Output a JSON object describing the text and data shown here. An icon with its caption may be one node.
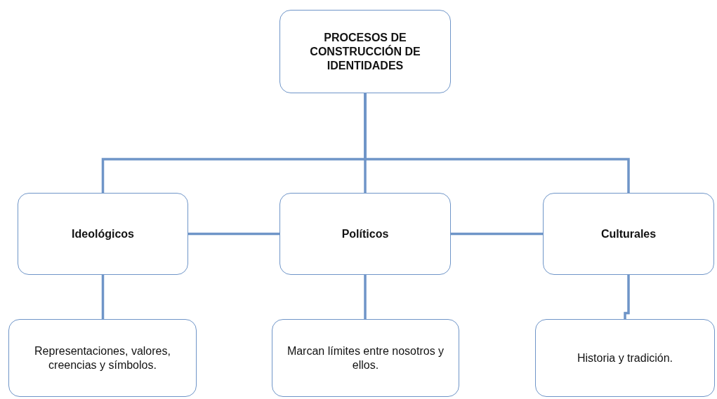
{
  "diagram": {
    "nodes": [
      {
        "text": [
          "PROCESOS DE CONSTRUCCIÓN DE IDENTIDADES"
        ]
      },
      {
        "text": [
          "Ideológicos"
        ]
      },
      {
        "text": [
          "Políticos"
        ]
      },
      {
        "text": [
          "Culturales"
        ]
      },
      {
        "text": [
          "Representaciones, valores, creencias y símbolos."
        ]
      },
      {
        "text": [
          "Marcan límites entre nosotros y ellos."
        ]
      },
      {
        "text": [
          "Historia y tradición."
        ]
      }
    ],
    "edges": [
      {
        "from": 0,
        "to": 1,
        "arrow": "none"
      },
      {
        "from": 0,
        "to": 2,
        "arrow": "none"
      },
      {
        "from": 0,
        "to": 3,
        "arrow": "none"
      },
      {
        "from": 1,
        "to": 2,
        "arrow": "none"
      },
      {
        "from": 2,
        "to": 3,
        "arrow": "none"
      },
      {
        "from": 1,
        "to": 4,
        "arrow": "none"
      },
      {
        "from": 2,
        "to": 5,
        "arrow": "none"
      },
      {
        "from": 3,
        "to": 6,
        "arrow": "none"
      }
    ]
  }
}
